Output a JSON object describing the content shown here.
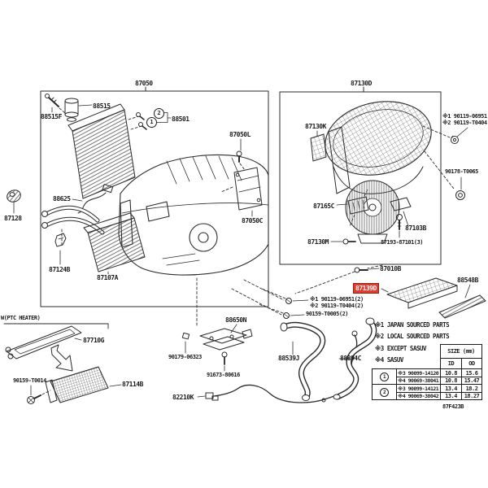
{
  "figure": {
    "code": "87F423B"
  },
  "colors": {
    "highlight": "#e23b2e",
    "line": "#2b2b2b",
    "text": "#1c1c1e",
    "background": "#ffffff"
  },
  "assemblies": {
    "left_title": "87050",
    "right_title": "87130D"
  },
  "sections": {
    "ptc_heading": "W(PTC HEATER)"
  },
  "callouts": {
    "one": "1",
    "two": "2"
  },
  "parts": {
    "p88515F": "88515F",
    "p88515": "88515",
    "p88501": "88501",
    "p88625": "88625",
    "p87128": "87128",
    "p87124B": "87124B",
    "p87107A": "87107A",
    "p87050L": "87050L",
    "p87050C": "87050C",
    "p87130K": "87130K",
    "p87165C": "87165C",
    "p87130M": "87130M",
    "p87103B": "87103B",
    "p87193": "87193-87101(3)",
    "p87010B": "87010B",
    "p87139D": "87139D",
    "p88548B": "88548B",
    "p87710G": "87710G",
    "p87114B": "87114B",
    "p88650N": "88650N",
    "p82210K": "82210K",
    "p88539J": "88539J",
    "p88894C": "88894C"
  },
  "fasteners": {
    "right_1": "※1 90119-06951",
    "right_2": "※2 90119-T0404",
    "right_nut": "90178-T0065",
    "mid_1": "※1 90119-06951(2)",
    "mid_2": "※2 90119-T0404(2)",
    "mid_3": "90159-T0005(2)",
    "ptc_screw": "90159-T0014",
    "amp_nut": "90179-06323",
    "amp_screw": "91673-80616"
  },
  "notes": [
    "※1 JAPAN SOURCED PARTS",
    "※2 LOCAL SOURCED PARTS",
    "※3 EXCEPT SASUV",
    "※4 SASUV"
  ],
  "size_table": {
    "title": "SIZE (mm)",
    "columns": [
      "ID",
      "OD"
    ],
    "rows": [
      {
        "group": "1",
        "part": "※3 90099-14120",
        "id": "10.8",
        "od": "15.6"
      },
      {
        "group": "",
        "part": "※4 90069-38041",
        "id": "10.8",
        "od": "15.47"
      },
      {
        "group": "2",
        "part": "※3 90099-14121",
        "id": "13.4",
        "od": "18.2"
      },
      {
        "group": "",
        "part": "※4 90069-38042",
        "id": "13.4",
        "od": "18.27"
      }
    ]
  }
}
